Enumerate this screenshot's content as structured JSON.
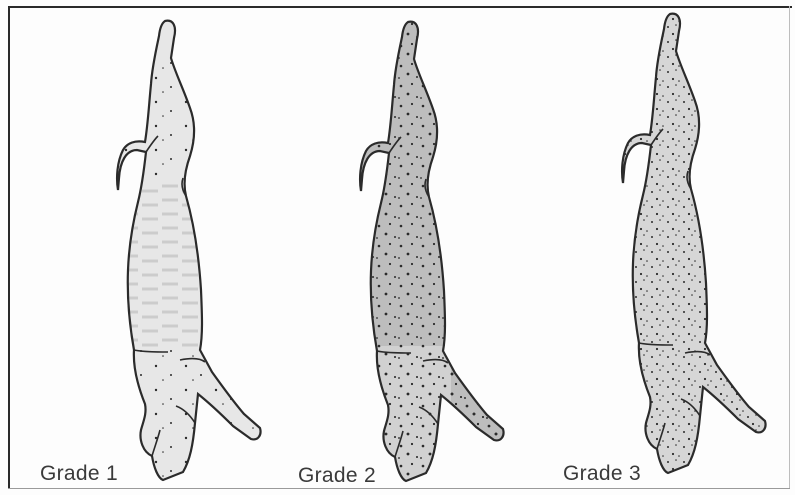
{
  "figure": {
    "panels": [
      {
        "label": "Grade 1",
        "fill": "#e7e7e7",
        "fat_pattern": "streaked"
      },
      {
        "label": "Grade 2",
        "fill": "#bdbdbd",
        "fat_pattern": "heavy-speckle"
      },
      {
        "label": "Grade 3",
        "fill": "#d6d6d6",
        "fat_pattern": "fine-speckle"
      }
    ]
  },
  "colors": {
    "outline": "#2b2b2b",
    "speckle": "#2b2b2b",
    "background": "#fdfdfd"
  }
}
